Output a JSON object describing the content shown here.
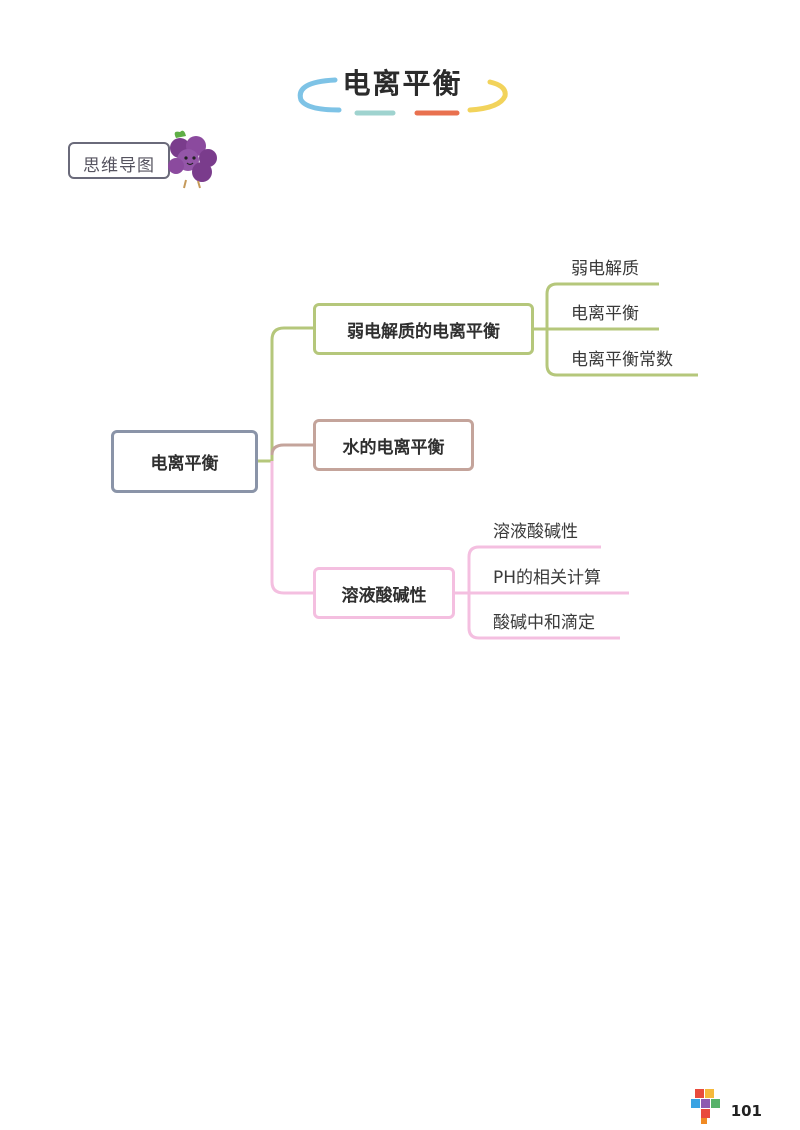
{
  "title": "电离平衡",
  "badge_label": "思维导图",
  "mindmap": {
    "root": "电离平衡",
    "branches": [
      {
        "label": "弱电解质的电离平衡",
        "color": "#b5c77b",
        "children": [
          "弱电解质",
          "电离平衡",
          "电离平衡常数"
        ]
      },
      {
        "label": "水的电离平衡",
        "color": "#c4a49b",
        "children": []
      },
      {
        "label": "溶液酸碱性",
        "color": "#f4bfe0",
        "children": [
          "溶液酸碱性",
          "PH的相关计算",
          "酸碱中和滴定"
        ]
      }
    ]
  },
  "title_underline_colors": [
    "#7ec3e6",
    "#9fd3cf",
    "#e9714f",
    "#f2d35b"
  ],
  "page_number": "101",
  "icons": {
    "badge_mascot": "grape-icon",
    "footer_logo": "colored-blocks-logo-icon"
  }
}
